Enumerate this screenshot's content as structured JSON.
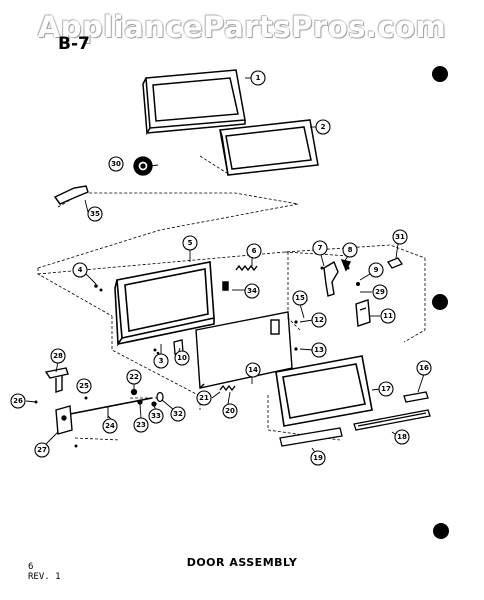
{
  "watermark": "AppliancePartsPros.com",
  "section_code": "B-7",
  "title": "DOOR ASSEMBLY",
  "page_number": "6",
  "revision": "REV. 1",
  "callouts": [
    "1",
    "2",
    "3",
    "4",
    "5",
    "6",
    "7",
    "8",
    "9",
    "10",
    "11",
    "12",
    "13",
    "14",
    "15",
    "16",
    "17",
    "18",
    "19",
    "20",
    "21",
    "22",
    "23",
    "24",
    "25",
    "26",
    "27",
    "28",
    "29",
    "30",
    "31",
    "32",
    "33",
    "34",
    "35"
  ]
}
